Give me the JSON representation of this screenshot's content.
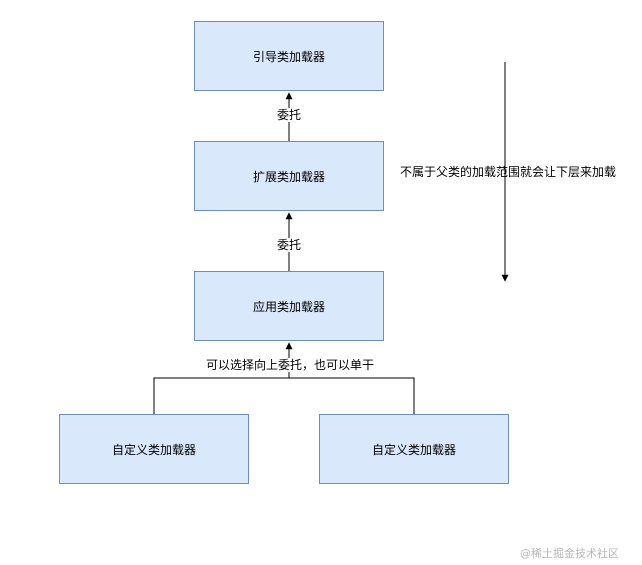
{
  "nodes": {
    "bootstrap": "引导类加载器",
    "extension": "扩展类加载器",
    "application": "应用类加载器",
    "custom_left": "自定义类加载器",
    "custom_right": "自定义类加载器"
  },
  "edges": {
    "delegate_1": "委托",
    "delegate_2": "委托",
    "custom_label": "可以选择向上委托，也可以单干"
  },
  "note": "不属于父类的加载范围就会让下层来加载",
  "watermark": "@稀土掘金技术社区",
  "colors": {
    "node_fill": "#dae8fc",
    "node_stroke": "#6c8ebf",
    "edge": "#000000"
  }
}
